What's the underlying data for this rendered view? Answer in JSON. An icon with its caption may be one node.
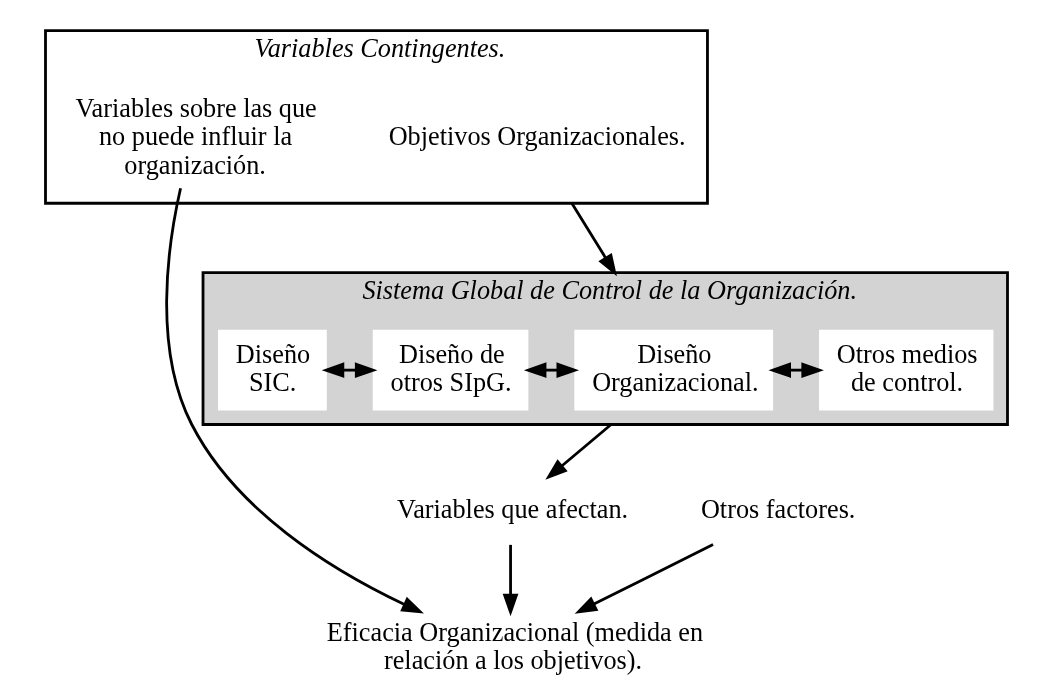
{
  "diagram": {
    "nodes": [
      {
        "text": [
          "Variables Contingentes."
        ]
      },
      {
        "text": [
          "Variables sobre las que no puede influir la organización."
        ],
        "in": 0
      },
      {
        "text": [
          "Objetivos Organizacionales."
        ],
        "in": 0
      },
      {
        "text": [
          "Sistema Global de Control de la Organización."
        ]
      },
      {
        "text": [
          "Diseño SIC."
        ],
        "in": 3
      },
      {
        "text": [
          "Diseño de otros SIpG."
        ],
        "in": 3
      },
      {
        "text": [
          "Diseño Organizacional."
        ],
        "in": 3
      },
      {
        "text": [
          "Otros medios de control."
        ],
        "in": 3
      },
      {
        "text": [
          "Variables que afectan."
        ]
      },
      {
        "text": [
          "Eficacia Organizacional (medida en relación a los objetivos)."
        ]
      },
      {
        "text": [
          "Otros factores."
        ]
      }
    ],
    "edges": [
      {
        "from": 0,
        "to": 3,
        "arrow": "to"
      },
      {
        "from": 4,
        "to": 5,
        "arrow": "both"
      },
      {
        "from": 5,
        "to": 6,
        "arrow": "both"
      },
      {
        "from": 6,
        "to": 7,
        "arrow": "both"
      },
      {
        "from": 3,
        "to": 8,
        "arrow": "to"
      },
      {
        "from": 8,
        "to": 9,
        "arrow": "to"
      },
      {
        "from": 1,
        "to": 9,
        "arrow": "to"
      },
      {
        "from": 10,
        "to": 9,
        "arrow": "to"
      }
    ]
  }
}
